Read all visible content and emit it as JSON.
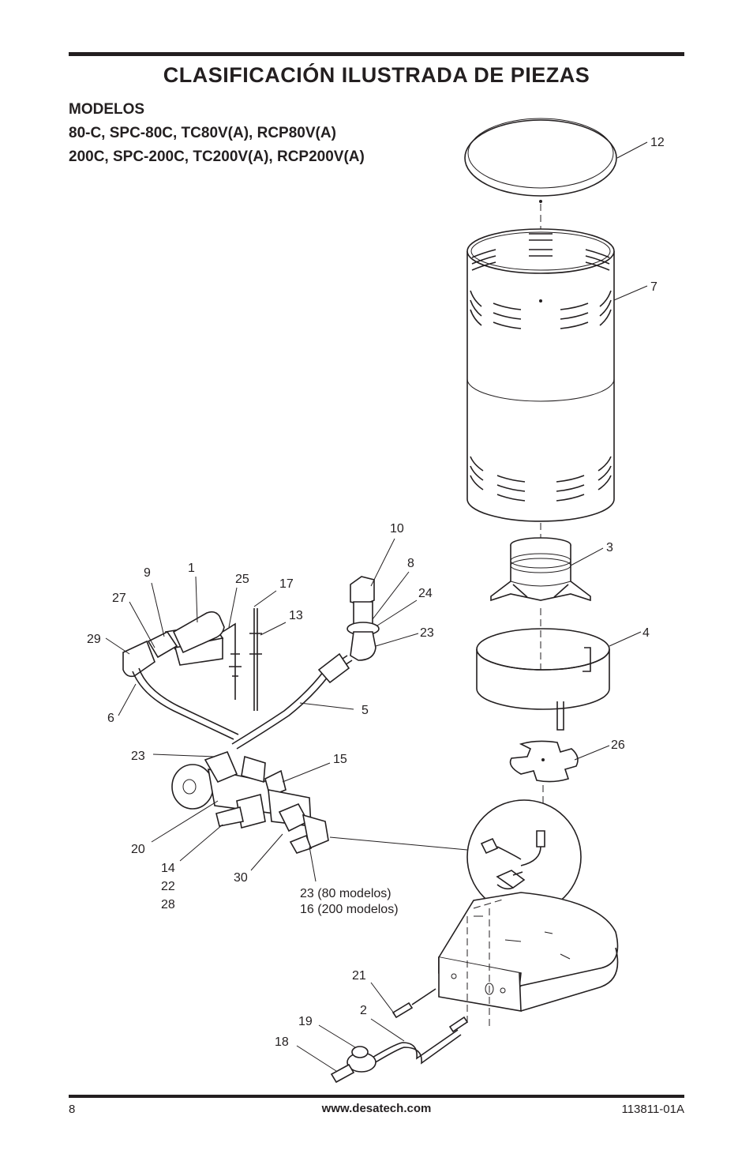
{
  "header": {
    "title": "CLASIFICACIÓN ILUSTRADA DE PIEZAS",
    "models_label": "MODELOS",
    "models_line1": "80-C, SPC-80C, TC80V(A), RCP80V(A)",
    "models_line2": "200C, SPC-200C, TC200V(A), RCP200V(A)"
  },
  "callouts": {
    "p1": "1",
    "p2": "2",
    "p3": "3",
    "p4": "4",
    "p5": "5",
    "p6": "6",
    "p7": "7",
    "p8": "8",
    "p9": "9",
    "p10": "10",
    "p12": "12",
    "p13": "13",
    "p15": "15",
    "p17": "17",
    "p18": "18",
    "p19": "19",
    "p20": "20",
    "p21": "21",
    "p23a": "23",
    "p23b": "23",
    "p24": "24",
    "p25": "25",
    "p26": "26",
    "p27": "27",
    "p29": "29",
    "p30": "30",
    "p14": "14",
    "p22": "22",
    "p28": "28",
    "p23_80": "23 (80 modelos)",
    "p16_200": "16 (200 modelos)"
  },
  "footer": {
    "page_number": "8",
    "website": "www.desatech.com",
    "doc_code": "113811-01A"
  }
}
